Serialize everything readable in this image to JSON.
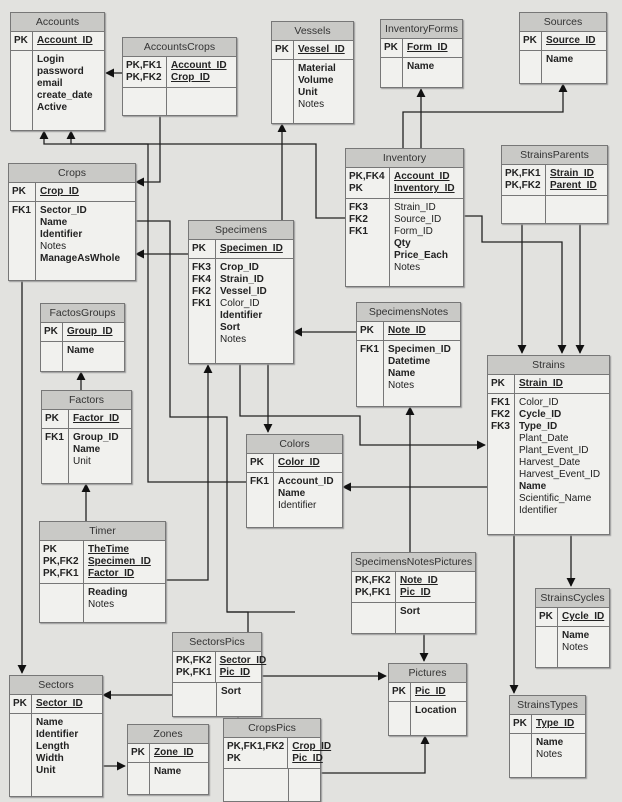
{
  "entities": [
    {
      "id": "accounts",
      "name": "Accounts",
      "pk": [
        [
          "PK",
          "Account_ID"
        ]
      ],
      "fields": [
        [
          "",
          "Login",
          1
        ],
        [
          "",
          "password",
          1
        ],
        [
          "",
          "email",
          1
        ],
        [
          "",
          "create_date",
          1
        ],
        [
          "",
          "Active",
          1
        ]
      ]
    },
    {
      "id": "accountscrops",
      "name": "AccountsCrops",
      "pk": [
        [
          "PK,FK1",
          "Account_ID"
        ],
        [
          "PK,FK2",
          "Crop_ID"
        ]
      ],
      "fields": []
    },
    {
      "id": "vessels",
      "name": "Vessels",
      "pk": [
        [
          "PK",
          "Vessel_ID"
        ]
      ],
      "fields": [
        [
          "",
          "Material",
          1
        ],
        [
          "",
          "Volume",
          1
        ],
        [
          "",
          "Unit",
          1
        ],
        [
          "",
          "Notes",
          0
        ]
      ]
    },
    {
      "id": "inventoryforms",
      "name": "InventoryForms",
      "pk": [
        [
          "PK",
          "Form_ID"
        ]
      ],
      "fields": [
        [
          "",
          "Name",
          1
        ]
      ]
    },
    {
      "id": "sources",
      "name": "Sources",
      "pk": [
        [
          "PK",
          "Source_ID"
        ]
      ],
      "fields": [
        [
          "",
          "Name",
          1
        ]
      ]
    },
    {
      "id": "crops",
      "name": "Crops",
      "pk": [
        [
          "PK",
          "Crop_ID"
        ]
      ],
      "fields": [
        [
          "FK1",
          "Sector_ID",
          1
        ],
        [
          "",
          "Name",
          1
        ],
        [
          "",
          "Identifier",
          1
        ],
        [
          "",
          "Notes",
          0
        ],
        [
          "",
          "ManageAsWhole",
          1
        ]
      ]
    },
    {
      "id": "inventory",
      "name": "Inventory",
      "pk": [
        [
          "PK,FK4",
          "Account_ID"
        ],
        [
          "PK",
          "Inventory_ID"
        ]
      ],
      "fields": [
        [
          "FK3",
          "Strain_ID",
          0
        ],
        [
          "FK2",
          "Source_ID",
          0
        ],
        [
          "FK1",
          "Form_ID",
          0
        ],
        [
          "",
          "Qty",
          1
        ],
        [
          "",
          "Price_Each",
          1
        ],
        [
          "",
          "Notes",
          0
        ]
      ]
    },
    {
      "id": "strainsparents",
      "name": "StrainsParents",
      "pk": [
        [
          "PK,FK1",
          "Strain_ID"
        ],
        [
          "PK,FK2",
          "Parent_ID"
        ]
      ],
      "fields": []
    },
    {
      "id": "specimens",
      "name": "Specimens",
      "pk": [
        [
          "PK",
          "Specimen_ID"
        ]
      ],
      "fields": [
        [
          "FK3",
          "Crop_ID",
          1
        ],
        [
          "FK4",
          "Strain_ID",
          1
        ],
        [
          "FK2",
          "Vessel_ID",
          1
        ],
        [
          "FK1",
          "Color_ID",
          0
        ],
        [
          "",
          "Identifier",
          1
        ],
        [
          "",
          "Sort",
          1
        ],
        [
          "",
          "Notes",
          0
        ]
      ]
    },
    {
      "id": "factosgroups",
      "name": "FactosGroups",
      "pk": [
        [
          "PK",
          "Group_ID"
        ]
      ],
      "fields": [
        [
          "",
          "Name",
          1
        ]
      ]
    },
    {
      "id": "factors",
      "name": "Factors",
      "pk": [
        [
          "PK",
          "Factor_ID"
        ]
      ],
      "fields": [
        [
          "FK1",
          "Group_ID",
          1
        ],
        [
          "",
          "Name",
          1
        ],
        [
          "",
          "Unit",
          0
        ]
      ]
    },
    {
      "id": "specimensnotes",
      "name": "SpecimensNotes",
      "pk": [
        [
          "PK",
          "Note_ID"
        ]
      ],
      "fields": [
        [
          "FK1",
          "Specimen_ID",
          1
        ],
        [
          "",
          "Datetime",
          1
        ],
        [
          "",
          "Name",
          1
        ],
        [
          "",
          "Notes",
          0
        ]
      ]
    },
    {
      "id": "strains",
      "name": "Strains",
      "pk": [
        [
          "PK",
          "Strain_ID"
        ]
      ],
      "fields": [
        [
          "FK1",
          "Color_ID",
          0
        ],
        [
          "FK2",
          "Cycle_ID",
          1
        ],
        [
          "FK3",
          "Type_ID",
          1
        ],
        [
          "",
          "Plant_Date",
          0
        ],
        [
          "",
          "Plant_Event_ID",
          0
        ],
        [
          "",
          "Harvest_Date",
          0
        ],
        [
          "",
          "Harvest_Event_ID",
          0
        ],
        [
          "",
          "Name",
          1
        ],
        [
          "",
          "Scientific_Name",
          0
        ],
        [
          "",
          "Identifier",
          0
        ]
      ]
    },
    {
      "id": "colors",
      "name": "Colors",
      "pk": [
        [
          "PK",
          "Color_ID"
        ]
      ],
      "fields": [
        [
          "FK1",
          "Account_ID",
          1
        ],
        [
          "",
          "Name",
          1
        ],
        [
          "",
          "Identifier",
          0
        ]
      ]
    },
    {
      "id": "timer",
      "name": "Timer",
      "pk": [
        [
          "PK",
          "TheTime"
        ],
        [
          "PK,FK2",
          "Specimen_ID"
        ],
        [
          "PK,FK1",
          "Factor_ID"
        ]
      ],
      "fields": [
        [
          "",
          "Reading",
          1
        ],
        [
          "",
          "Notes",
          0
        ]
      ]
    },
    {
      "id": "specimensnotespictures",
      "name": "SpecimensNotesPictures",
      "pk": [
        [
          "PK,FK2",
          "Note_ID"
        ],
        [
          "PK,FK1",
          "Pic_ID"
        ]
      ],
      "fields": [
        [
          "",
          "Sort",
          1
        ]
      ]
    },
    {
      "id": "strainscycles",
      "name": "StrainsCycles",
      "pk": [
        [
          "PK",
          "Cycle_ID"
        ]
      ],
      "fields": [
        [
          "",
          "Name",
          1
        ],
        [
          "",
          "Notes",
          0
        ]
      ]
    },
    {
      "id": "sectorspics",
      "name": "SectorsPics",
      "pk": [
        [
          "PK,FK2",
          "Sector_ID"
        ],
        [
          "PK,FK1",
          "Pic_ID"
        ]
      ],
      "fields": [
        [
          "",
          "Sort",
          1
        ]
      ]
    },
    {
      "id": "pictures",
      "name": "Pictures",
      "pk": [
        [
          "PK",
          "Pic_ID"
        ]
      ],
      "fields": [
        [
          "",
          "Location",
          1
        ]
      ]
    },
    {
      "id": "sectors",
      "name": "Sectors",
      "pk": [
        [
          "PK",
          "Sector_ID"
        ]
      ],
      "fields": [
        [
          "",
          "Name",
          1
        ],
        [
          "",
          "Identifier",
          1
        ],
        [
          "",
          "Length",
          1
        ],
        [
          "",
          "Width",
          1
        ],
        [
          "",
          "Unit",
          1
        ]
      ]
    },
    {
      "id": "zones",
      "name": "Zones",
      "pk": [
        [
          "PK",
          "Zone_ID"
        ]
      ],
      "fields": [
        [
          "",
          "Name",
          1
        ]
      ]
    },
    {
      "id": "cropspics",
      "name": "CropsPics",
      "pk": [
        [
          "PK,FK1,FK2",
          "Crop_ID"
        ],
        [
          "PK",
          "Pic_ID"
        ]
      ],
      "fields": []
    },
    {
      "id": "strainstypes",
      "name": "StrainsTypes",
      "pk": [
        [
          "PK",
          "Type_ID"
        ]
      ],
      "fields": [
        [
          "",
          "Name",
          1
        ],
        [
          "",
          "Notes",
          0
        ]
      ]
    }
  ]
}
